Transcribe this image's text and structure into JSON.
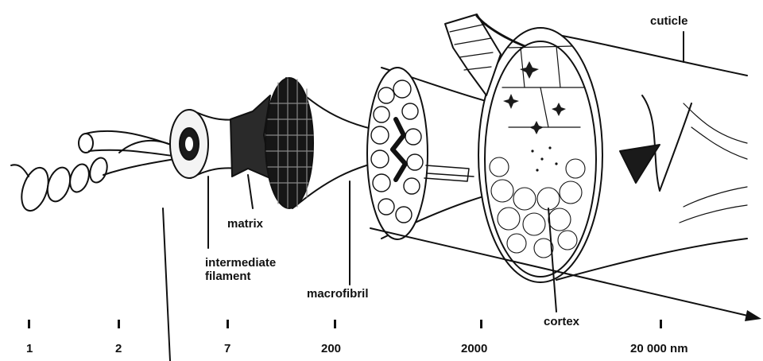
{
  "labels": {
    "cuticle": "cuticle",
    "matrix": "matrix",
    "intermediate_filament_line1": "intermediate",
    "intermediate_filament_line2": "filament",
    "macrofibril": "macrofibril",
    "cortex": "cortex"
  },
  "scale": [
    {
      "value": "1"
    },
    {
      "value": "2"
    },
    {
      "value": "7"
    },
    {
      "value": "200"
    },
    {
      "value": "2000"
    },
    {
      "value": "20 000 nm"
    }
  ],
  "colors": {
    "ink": "#111111",
    "fill_light": "#f4f4f4",
    "fill_dark": "#1a1a1a",
    "background": "#ffffff"
  }
}
